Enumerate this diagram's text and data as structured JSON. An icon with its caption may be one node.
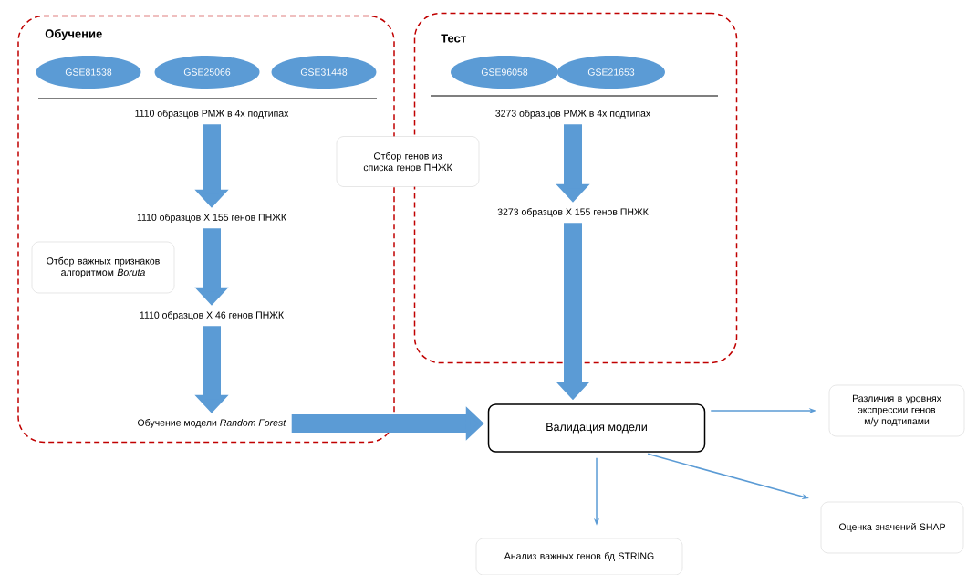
{
  "diagram": {
    "nodes": [
      {
        "text": [
          "Обучение"
        ]
      },
      {
        "text": [
          "GSE81538"
        ],
        "in": 0
      },
      {
        "text": [
          "GSE25066"
        ],
        "in": 0
      },
      {
        "text": [
          "GSE31448"
        ],
        "in": 0
      },
      {
        "text": [
          "1110 образцов РМЖ в 4х подтипах"
        ],
        "in": 0
      },
      {
        "text": [
          "1110 образцов X 155 генов ПНЖК"
        ],
        "in": 0
      },
      {
        "text": [
          "Отбор важных признаков алгоритмом *Boruta*"
        ],
        "in": 0
      },
      {
        "text": [
          "1110 образцов X 46 генов ПНЖК"
        ],
        "in": 0
      },
      {
        "text": [
          "Обучение модели *Random Forest*"
        ],
        "in": 0
      },
      {
        "text": [
          "Тест"
        ]
      },
      {
        "text": [
          "GSE96058"
        ],
        "in": 9
      },
      {
        "text": [
          "GSE21653"
        ],
        "in": 9
      },
      {
        "text": [
          "3273 образцов РМЖ в 4х подтипах"
        ],
        "in": 9
      },
      {
        "text": [
          "Отбор генов из списка генов ПНЖК"
        ]
      },
      {
        "text": [
          "3273 образцов X 155 генов ПНЖК"
        ],
        "in": 9
      },
      {
        "text": [
          "Валидация модели"
        ]
      },
      {
        "text": [
          "Различия в уровнях экспрессии генов м/у подтипами"
        ]
      },
      {
        "text": [
          "Оценка значений SHAP"
        ]
      },
      {
        "text": [
          "Анализ важных генов бд STRING"
        ]
      }
    ],
    "edges": [
      {
        "from": 4,
        "to": 5,
        "arrow": "to"
      },
      {
        "from": 5,
        "to": 7,
        "arrow": "to"
      },
      {
        "from": 7,
        "to": 8,
        "arrow": "to"
      },
      {
        "from": 12,
        "to": 14,
        "arrow": "to"
      },
      {
        "from": 14,
        "to": 15,
        "arrow": "to"
      },
      {
        "from": 8,
        "to": 15,
        "arrow": "to"
      },
      {
        "from": 15,
        "to": 16,
        "arrow": "to"
      },
      {
        "from": 15,
        "to": 17,
        "arrow": "to"
      },
      {
        "from": 15,
        "to": 18,
        "arrow": "to"
      }
    ]
  }
}
